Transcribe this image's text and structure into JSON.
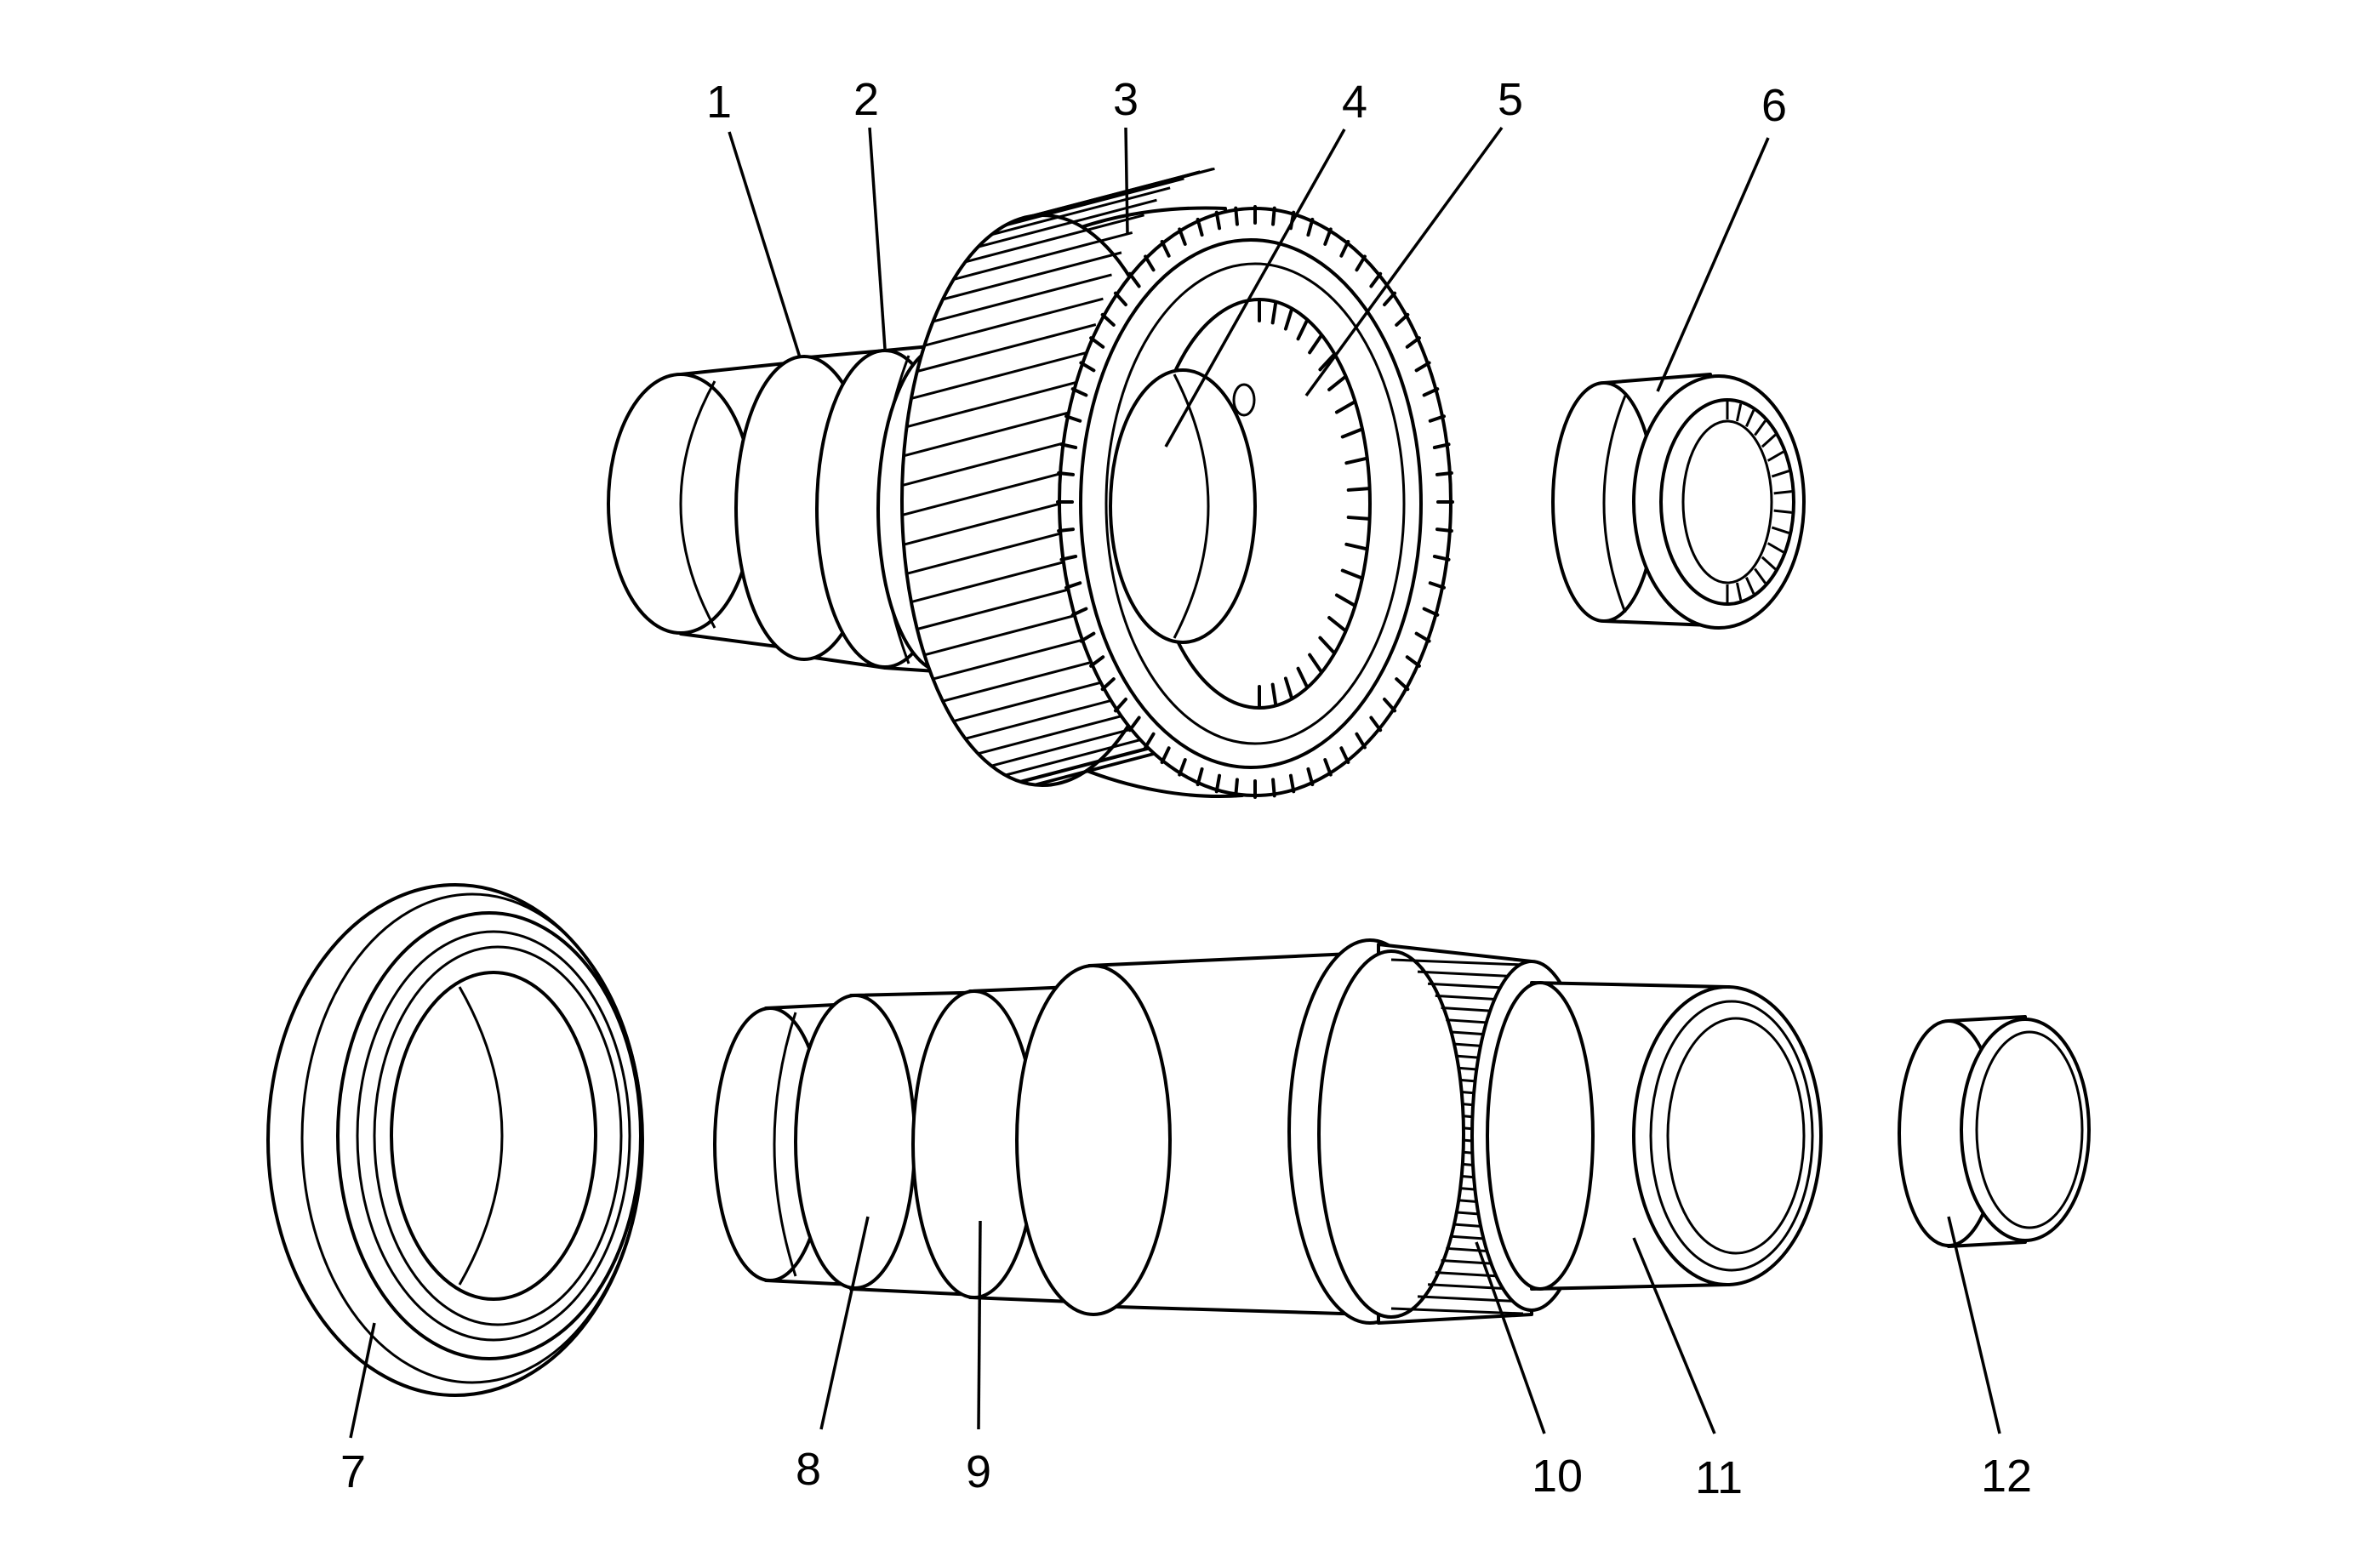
{
  "callouts": [
    {
      "id": 1,
      "text": "1"
    },
    {
      "id": 2,
      "text": "2"
    },
    {
      "id": 3,
      "text": "3"
    },
    {
      "id": 4,
      "text": "4"
    },
    {
      "id": 5,
      "text": "5"
    },
    {
      "id": 6,
      "text": "6"
    },
    {
      "id": 7,
      "text": "7"
    },
    {
      "id": 8,
      "text": "8"
    },
    {
      "id": 9,
      "text": "9"
    },
    {
      "id": 10,
      "text": "10"
    },
    {
      "id": 11,
      "text": "11"
    },
    {
      "id": 12,
      "text": "12"
    }
  ],
  "colors": {
    "line": "#000000",
    "background": "#ffffff"
  }
}
